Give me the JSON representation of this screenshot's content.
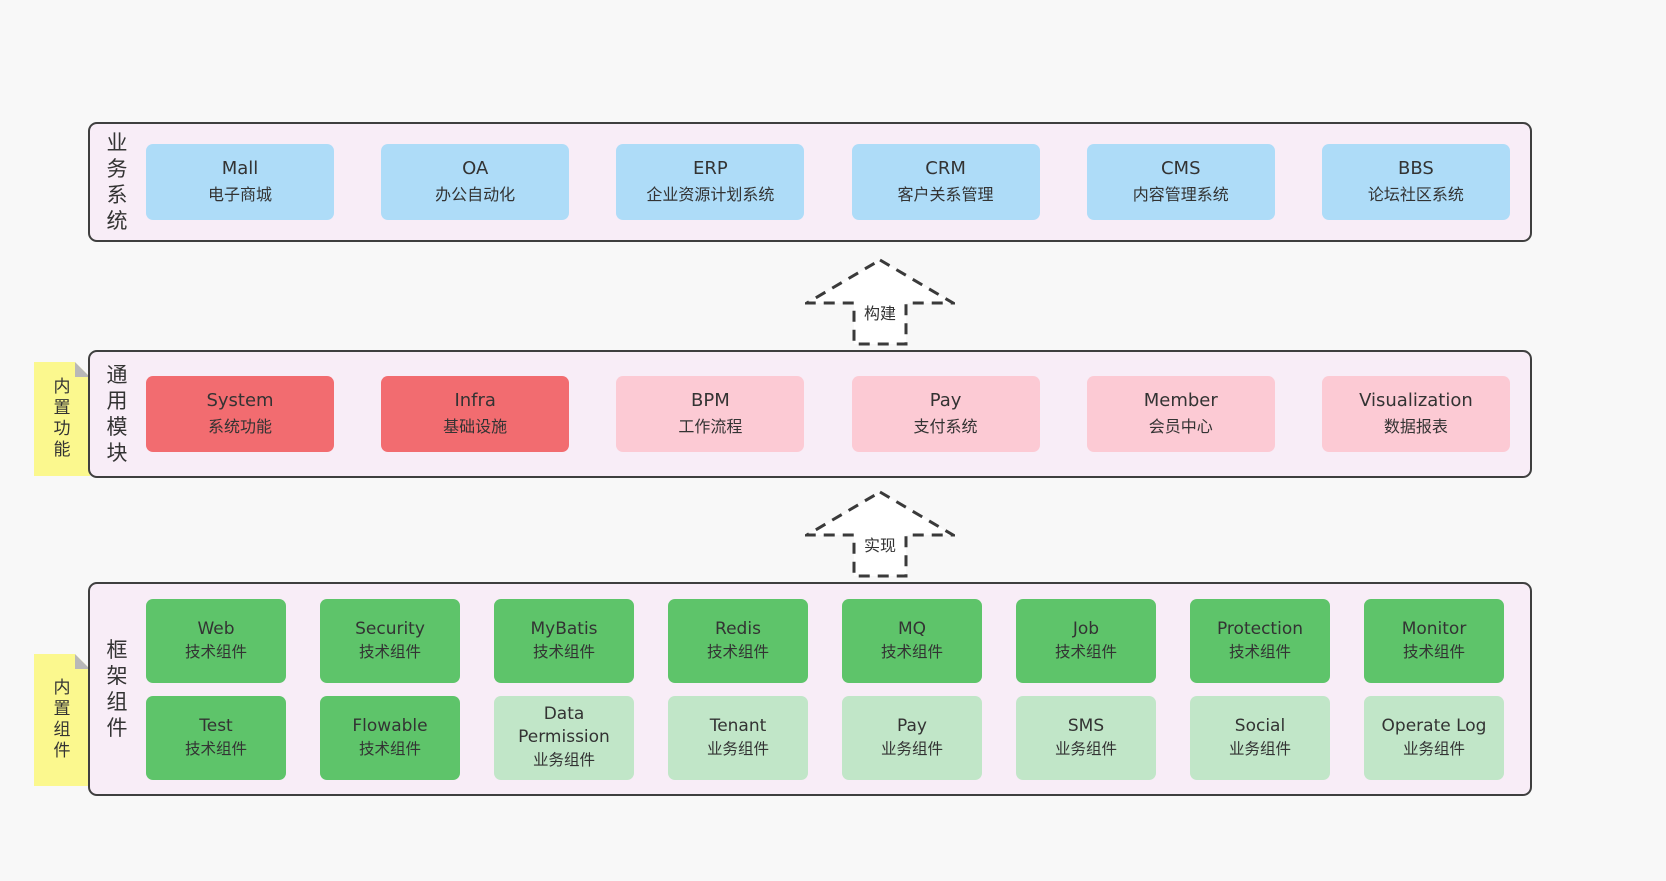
{
  "colors": {
    "page-bg": "#f8f8f8",
    "band-bg": "#f8edf7",
    "band-border": "#3f3f3f",
    "box-blue": "#aedcf8",
    "box-red": "#f26c70",
    "box-pink": "#fccad4",
    "box-green": "#5ec46a",
    "box-green-light": "#c1e6c8",
    "sticky-yellow": "#fbf88e",
    "sticky-fold": "#b8b8b8",
    "text": "#333333"
  },
  "bands": {
    "business": {
      "label": "业务系统",
      "boxes": [
        {
          "title": "Mall",
          "subtitle": "电子商城"
        },
        {
          "title": "OA",
          "subtitle": "办公自动化"
        },
        {
          "title": "ERP",
          "subtitle": "企业资源计划系统"
        },
        {
          "title": "CRM",
          "subtitle": "客户关系管理"
        },
        {
          "title": "CMS",
          "subtitle": "内容管理系统"
        },
        {
          "title": "BBS",
          "subtitle": "论坛社区系统"
        }
      ]
    },
    "modules": {
      "label": "通用模块",
      "sticky": "内置功能",
      "boxes": [
        {
          "title": "System",
          "subtitle": "系统功能"
        },
        {
          "title": "Infra",
          "subtitle": "基础设施"
        },
        {
          "title": "BPM",
          "subtitle": "工作流程"
        },
        {
          "title": "Pay",
          "subtitle": "支付系统"
        },
        {
          "title": "Member",
          "subtitle": "会员中心"
        },
        {
          "title": "Visualization",
          "subtitle": "数据报表"
        }
      ]
    },
    "components": {
      "label": "框架组件",
      "sticky": "内置组件",
      "row1": [
        {
          "title": "Web",
          "subtitle": "技术组件"
        },
        {
          "title": "Security",
          "subtitle": "技术组件"
        },
        {
          "title": "MyBatis",
          "subtitle": "技术组件"
        },
        {
          "title": "Redis",
          "subtitle": "技术组件"
        },
        {
          "title": "MQ",
          "subtitle": "技术组件"
        },
        {
          "title": "Job",
          "subtitle": "技术组件"
        },
        {
          "title": "Protection",
          "subtitle": "技术组件"
        },
        {
          "title": "Monitor",
          "subtitle": "技术组件"
        }
      ],
      "row2": [
        {
          "title": "Test",
          "subtitle": "技术组件"
        },
        {
          "title": "Flowable",
          "subtitle": "技术组件"
        },
        {
          "title": "Data Permission",
          "subtitle": "业务组件"
        },
        {
          "title": "Tenant",
          "subtitle": "业务组件"
        },
        {
          "title": "Pay",
          "subtitle": "业务组件"
        },
        {
          "title": "SMS",
          "subtitle": "业务组件"
        },
        {
          "title": "Social",
          "subtitle": "业务组件"
        },
        {
          "title": "Operate Log",
          "subtitle": "业务组件"
        }
      ]
    }
  },
  "arrows": {
    "build": "构建",
    "implement": "实现"
  }
}
